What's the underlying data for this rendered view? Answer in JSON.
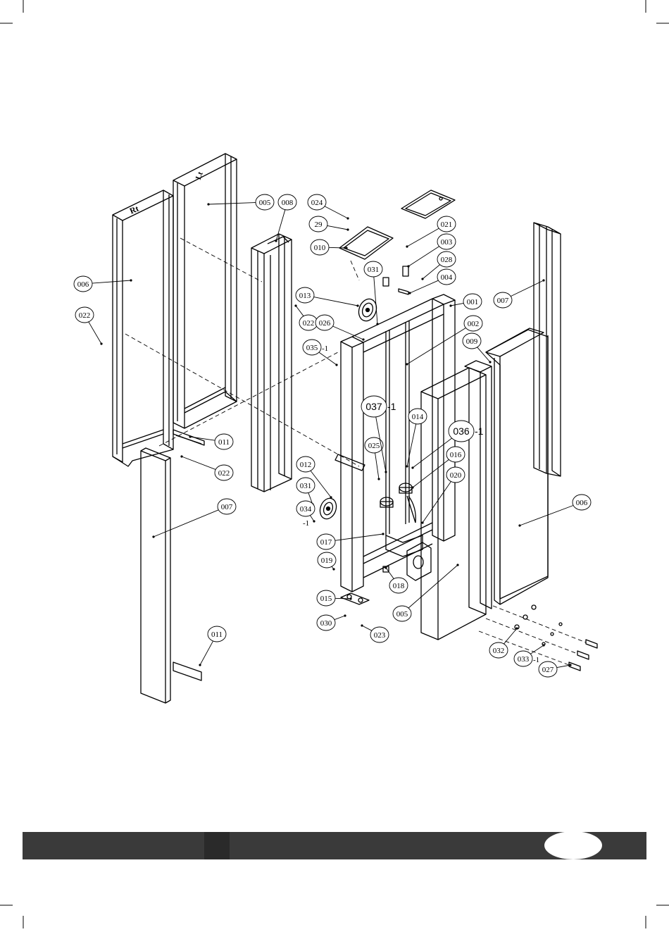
{
  "diagram": {
    "callouts": [
      {
        "id": "c001",
        "label": "001",
        "suffix": ""
      },
      {
        "id": "c002",
        "label": "002",
        "suffix": ""
      },
      {
        "id": "c003",
        "label": "003",
        "suffix": ""
      },
      {
        "id": "c004",
        "label": "004",
        "suffix": ""
      },
      {
        "id": "c005a",
        "label": "005",
        "suffix": ""
      },
      {
        "id": "c005b",
        "label": "005",
        "suffix": ""
      },
      {
        "id": "c006a",
        "label": "006",
        "suffix": ""
      },
      {
        "id": "c006b",
        "label": "006",
        "suffix": ""
      },
      {
        "id": "c007a",
        "label": "007",
        "suffix": ""
      },
      {
        "id": "c007b",
        "label": "007",
        "suffix": ""
      },
      {
        "id": "c008",
        "label": "008",
        "suffix": ""
      },
      {
        "id": "c009",
        "label": "009",
        "suffix": ""
      },
      {
        "id": "c010",
        "label": "010",
        "suffix": ""
      },
      {
        "id": "c011a",
        "label": "011",
        "suffix": ""
      },
      {
        "id": "c011b",
        "label": "011",
        "suffix": ""
      },
      {
        "id": "c012",
        "label": "012",
        "suffix": ""
      },
      {
        "id": "c013",
        "label": "013",
        "suffix": ""
      },
      {
        "id": "c014",
        "label": "014",
        "suffix": ""
      },
      {
        "id": "c015",
        "label": "015",
        "suffix": ""
      },
      {
        "id": "c016",
        "label": "016",
        "suffix": ""
      },
      {
        "id": "c017",
        "label": "017",
        "suffix": ""
      },
      {
        "id": "c018",
        "label": "018",
        "suffix": ""
      },
      {
        "id": "c019",
        "label": "019",
        "suffix": ""
      },
      {
        "id": "c020",
        "label": "020",
        "suffix": ""
      },
      {
        "id": "c021",
        "label": "021",
        "suffix": ""
      },
      {
        "id": "c022a",
        "label": "022",
        "suffix": ""
      },
      {
        "id": "c022b",
        "label": "022",
        "suffix": ""
      },
      {
        "id": "c022c",
        "label": "022",
        "suffix": ""
      },
      {
        "id": "c023",
        "label": "023",
        "suffix": ""
      },
      {
        "id": "c024",
        "label": "024",
        "suffix": ""
      },
      {
        "id": "c025",
        "label": "025",
        "suffix": ""
      },
      {
        "id": "c026",
        "label": "026",
        "suffix": ""
      },
      {
        "id": "c027",
        "label": "027",
        "suffix": ""
      },
      {
        "id": "c028",
        "label": "028",
        "suffix": ""
      },
      {
        "id": "c029",
        "label": "29",
        "suffix": ""
      },
      {
        "id": "c030",
        "label": "030",
        "suffix": ""
      },
      {
        "id": "c031a",
        "label": "031",
        "suffix": ""
      },
      {
        "id": "c031b",
        "label": "031",
        "suffix": ""
      },
      {
        "id": "c032",
        "label": "032",
        "suffix": ""
      },
      {
        "id": "c033",
        "label": "033",
        "suffix": "-1"
      },
      {
        "id": "c034",
        "label": "034",
        "suffix": "-1"
      },
      {
        "id": "c035",
        "label": "035",
        "suffix": "-1"
      },
      {
        "id": "c036",
        "label": "036",
        "suffix": "-1"
      },
      {
        "id": "c037",
        "label": "037",
        "suffix": "-1"
      }
    ],
    "panel_marks": {
      "left": "Rt",
      "right": "Lt"
    }
  },
  "footer": {
    "page_number": ""
  },
  "colors": {
    "line": "#000000",
    "footer": "#3a3a3a",
    "background": "#ffffff"
  }
}
